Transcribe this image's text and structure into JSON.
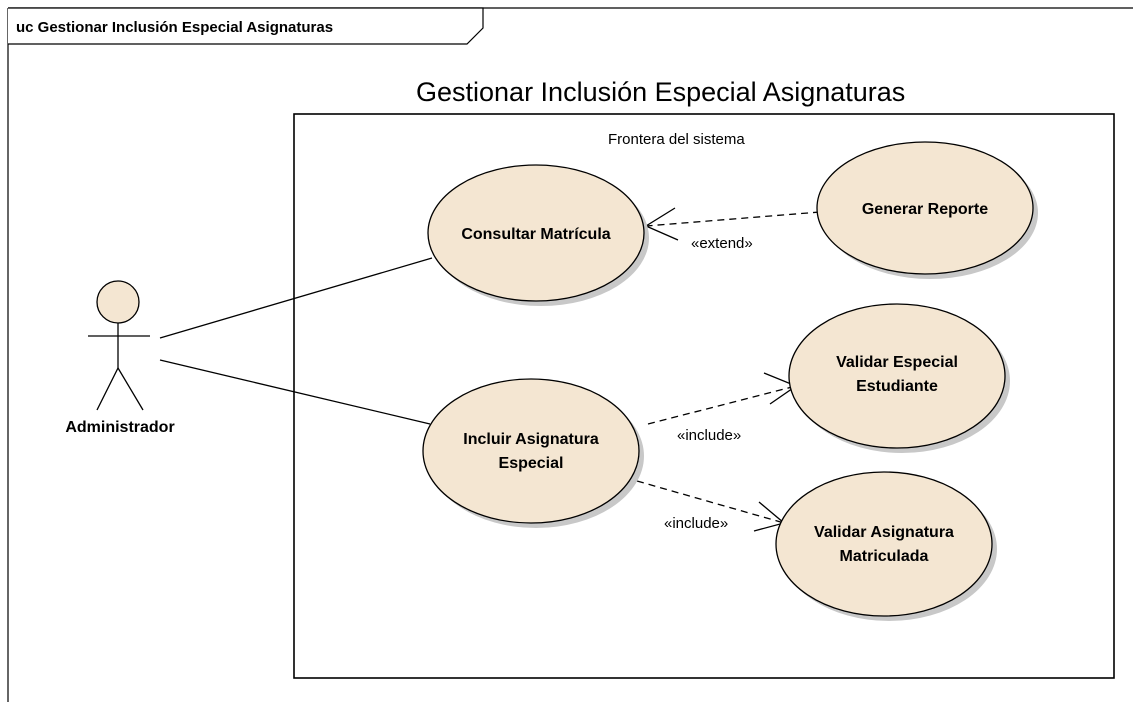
{
  "frame": {
    "title": "uc Gestionar Inclusión Especial Asignaturas"
  },
  "diagram_title": "Gestionar Inclusión Especial Asignaturas",
  "boundary": {
    "label": "Frontera del sistema"
  },
  "actor": {
    "name": "Administrador"
  },
  "use_cases": {
    "consultar": {
      "lines": [
        "Consultar Matrícula"
      ]
    },
    "generar": {
      "lines": [
        "Generar Reporte"
      ]
    },
    "incluir": {
      "lines": [
        "Incluir Asignatura",
        "Especial"
      ]
    },
    "validar_estudiante": {
      "lines": [
        "Validar Especial",
        "Estudiante"
      ]
    },
    "validar_asignatura": {
      "lines": [
        "Validar Asignatura",
        "Matriculada"
      ]
    }
  },
  "relations": {
    "extend_label": "«extend»",
    "include_label_1": "«include»",
    "include_label_2": "«include»"
  },
  "colors": {
    "use_case_fill": "#f4e6d2",
    "shadow": "#c8c8c8",
    "line": "#000000"
  }
}
